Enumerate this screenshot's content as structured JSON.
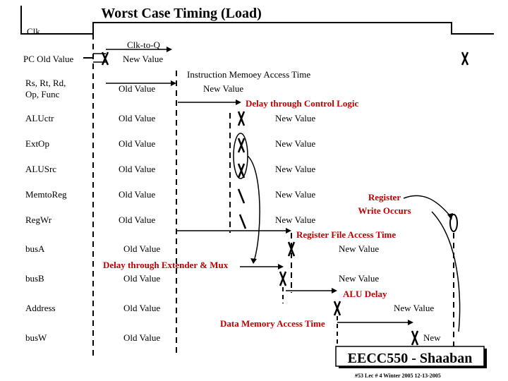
{
  "title": "Worst Case Timing (Load)",
  "signals": {
    "clk": "Clk",
    "pc": "PC",
    "rs_line1": "Rs, Rt, Rd,",
    "rs_line2": "Op, Func",
    "aluctr": "ALUctr",
    "extop": "ExtOp",
    "alusrc": "ALUSrc",
    "memtoreg": "MemtoReg",
    "regwr": "RegWr",
    "busa": "busA",
    "busb": "busB",
    "address": "Address",
    "busw": "busW"
  },
  "values": {
    "old": "Old Value",
    "new": "New Value",
    "new_short": "New"
  },
  "annotations": {
    "clk_to_q": "Clk-to-Q",
    "imem_access": "Instruction Memoey Access Time",
    "control_delay": "Delay through Control Logic",
    "register_write_1": "Register",
    "register_write_2": "Write Occurs",
    "regfile_access": "Register File Access Time",
    "ext_mux_delay": "Delay through Extender & Mux",
    "alu_delay": "ALU Delay",
    "dmem_access": "Data Memory Access Time"
  },
  "footer": {
    "course": "EECC550 - Shaaban",
    "info": "#53   Lec # 4   Winter 2005   12-13-2005"
  },
  "colors": {
    "ink": "#000000",
    "annotation": "#c00000",
    "frame": "#ffffff"
  }
}
